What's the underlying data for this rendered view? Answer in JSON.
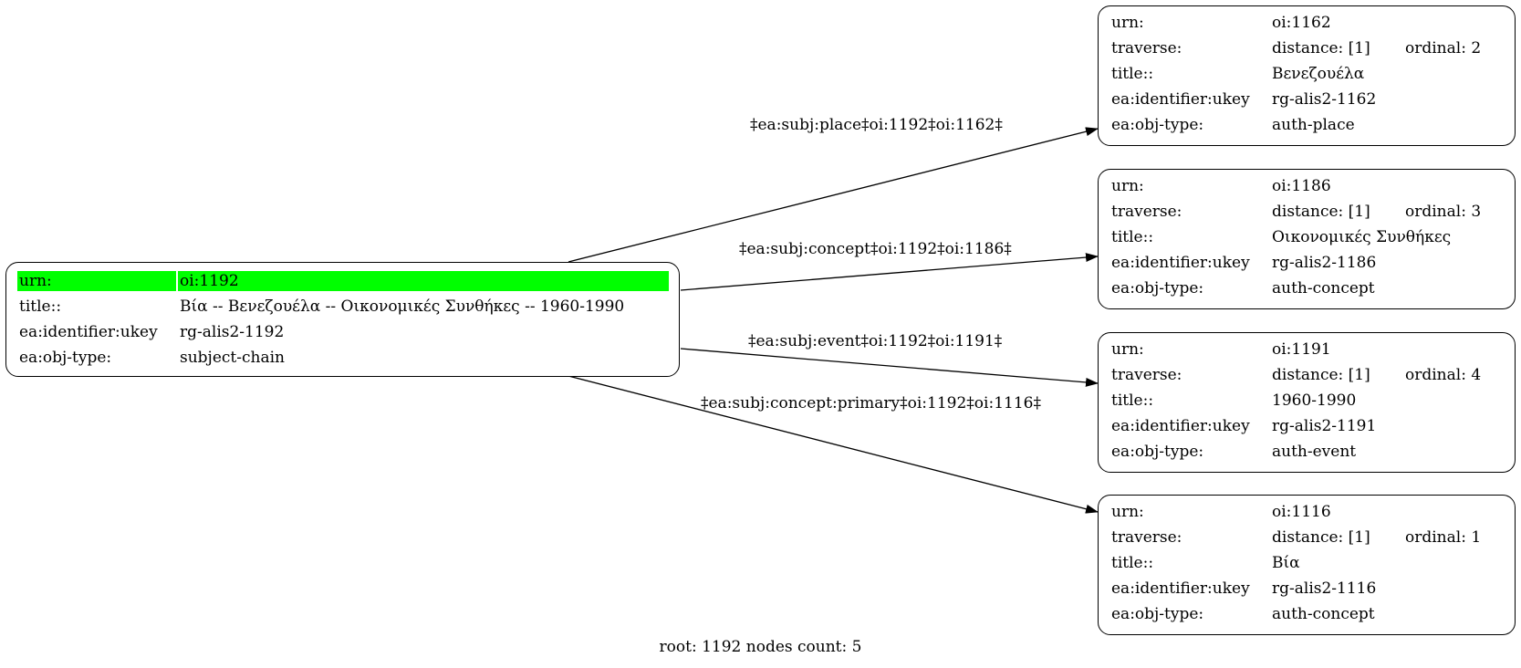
{
  "root": {
    "urn_label": "urn:",
    "urn_value": "oi:1192",
    "title_label": "title::",
    "title_value": "Βία -- Βενεζουέλα -- Οικονομικές Συνθήκες -- 1960-1990",
    "ukey_label": "ea:identifier:ukey",
    "ukey_value": "rg-alis2-1192",
    "type_label": "ea:obj-type:",
    "type_value": "subject-chain",
    "highlight_color": "#00ff00"
  },
  "children": [
    {
      "urn_label": "urn:",
      "urn_value": "oi:1162",
      "traverse_label": "traverse:",
      "distance": "distance: [1]",
      "ordinal": "ordinal: 2",
      "title_label": "title::",
      "title_value": "Βενεζουέλα",
      "ukey_label": "ea:identifier:ukey",
      "ukey_value": "rg-alis2-1162",
      "type_label": "ea:obj-type:",
      "type_value": "auth-place"
    },
    {
      "urn_label": "urn:",
      "urn_value": "oi:1186",
      "traverse_label": "traverse:",
      "distance": "distance: [1]",
      "ordinal": "ordinal: 3",
      "title_label": "title::",
      "title_value": "Οικονομικές Συνθήκες",
      "ukey_label": "ea:identifier:ukey",
      "ukey_value": "rg-alis2-1186",
      "type_label": "ea:obj-type:",
      "type_value": "auth-concept"
    },
    {
      "urn_label": "urn:",
      "urn_value": "oi:1191",
      "traverse_label": "traverse:",
      "distance": "distance: [1]",
      "ordinal": "ordinal: 4",
      "title_label": "title::",
      "title_value": "1960-1990",
      "ukey_label": "ea:identifier:ukey",
      "ukey_value": "rg-alis2-1191",
      "type_label": "ea:obj-type:",
      "type_value": "auth-event"
    },
    {
      "urn_label": "urn:",
      "urn_value": "oi:1116",
      "traverse_label": "traverse:",
      "distance": "distance: [1]",
      "ordinal": "ordinal: 1",
      "title_label": "title::",
      "title_value": "Βία",
      "ukey_label": "ea:identifier:ukey",
      "ukey_value": "rg-alis2-1116",
      "type_label": "ea:obj-type:",
      "type_value": "auth-concept"
    }
  ],
  "edges": [
    "‡ea:subj:place‡oi:1192‡oi:1162‡",
    "‡ea:subj:concept‡oi:1192‡oi:1186‡",
    "‡ea:subj:event‡oi:1192‡oi:1191‡",
    "‡ea:subj:concept:primary‡oi:1192‡oi:1116‡"
  ],
  "footer": "root: 1192 nodes count: 5"
}
